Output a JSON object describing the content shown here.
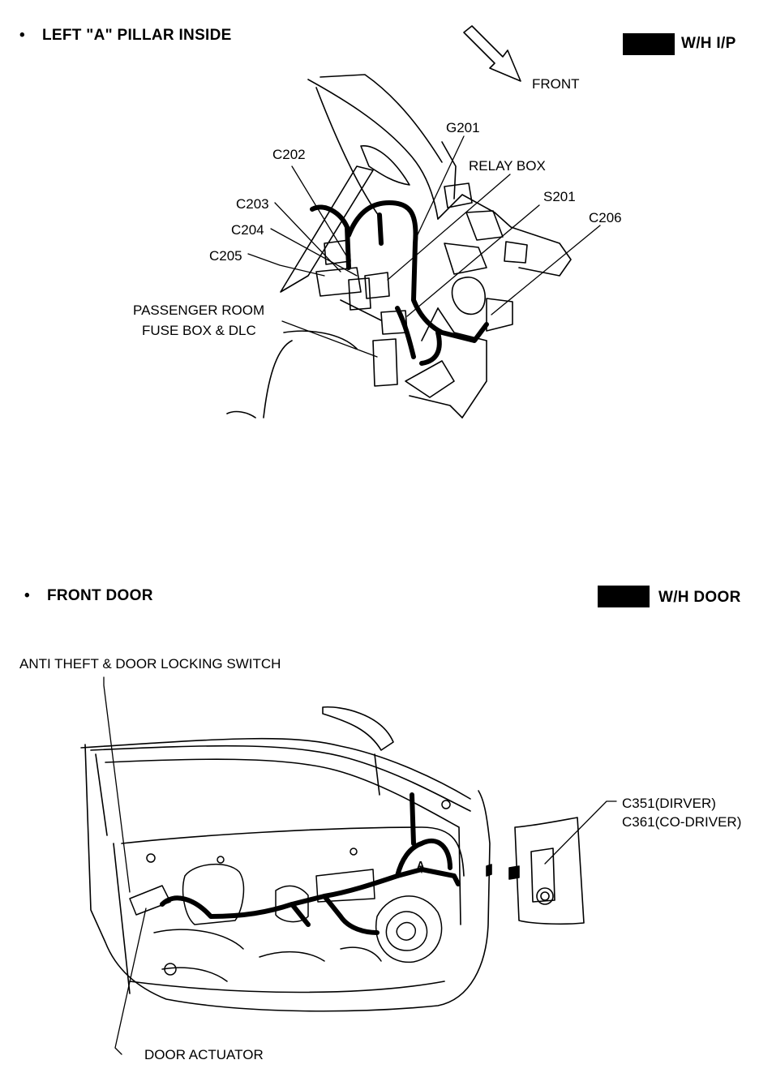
{
  "section1": {
    "bullet": "•",
    "title": "LEFT \"A\" PILLAR INSIDE",
    "badge_label": "W/H I/P",
    "front_label": "FRONT",
    "labels": {
      "g201": "G201",
      "relay_box": "RELAY BOX",
      "s201": "S201",
      "c202": "C202",
      "c203": "C203",
      "c204": "C204",
      "c205": "C205",
      "c206": "C206",
      "fuse_box_line1": "PASSENGER ROOM",
      "fuse_box_line2": "FUSE BOX & DLC"
    }
  },
  "section2": {
    "bullet": "•",
    "title": "FRONT  DOOR",
    "badge_label": "W/H DOOR",
    "labels": {
      "anti_theft": "ANTI THEFT & DOOR LOCKING SWITCH",
      "connector_driver": "C351(DIRVER)",
      "connector_codriver": "C361(CO-DRIVER)",
      "door_actuator": "DOOR ACTUATOR",
      "point_a": "A"
    }
  },
  "colors": {
    "ink": "#000000",
    "paper": "#ffffff"
  }
}
